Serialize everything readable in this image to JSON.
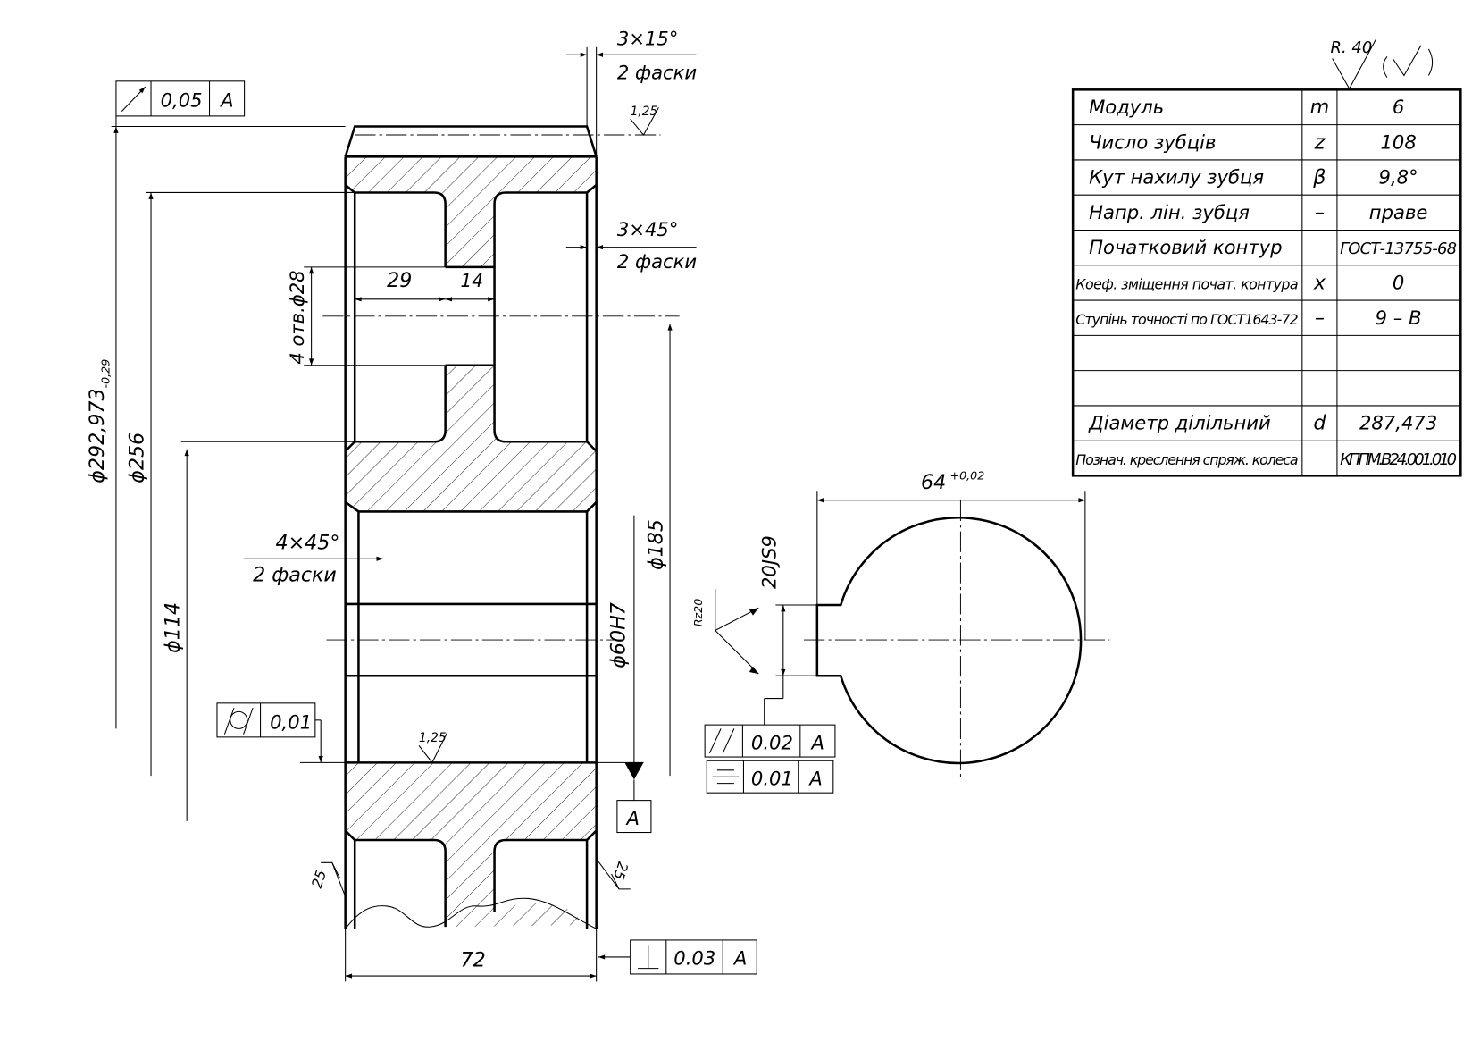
{
  "drawing": {
    "chamfer_top_size": "3×15°",
    "chamfer_top_note": "2 фаски",
    "chamfer_mid_size": "3×45°",
    "chamfer_mid_note": "2 фаски",
    "chamfer_bore_size": "4×45°",
    "chamfer_bore_note": "2 фаски",
    "runout_value": "0,05",
    "runout_datum": "A",
    "tip_roughness": "1,25",
    "bore_roughness": "1,25",
    "face_roughness_left": "25",
    "face_roughness_right": "25",
    "dim_tip_diameter": "ϕ292,973",
    "dim_tip_tolerance": "-0,29",
    "dim_256": "ϕ256",
    "dim_114": "ϕ114",
    "dim_185": "ϕ185",
    "dim_bore": "ϕ60H7",
    "dim_holes": "4 отв.ϕ28",
    "dim_29": "29",
    "dim_14": "14",
    "dim_width": "72",
    "cyl_value": "0,01",
    "datum_label": "A",
    "perp_value": "0.03",
    "perp_datum": "A",
    "keyway_dim": "64",
    "keyway_tol": "+0,02",
    "keyway_width": "20JS9",
    "keyway_roughness": "Rz20",
    "parallel_value": "0.02",
    "parallel_datum": "A",
    "symmetry_value": "0.01",
    "symmetry_datum": "A",
    "general_roughness": "R. 40"
  },
  "table": {
    "rows": [
      {
        "label": "Модуль",
        "symbol": "m",
        "value": "6"
      },
      {
        "label": "Число зубців",
        "symbol": "z",
        "value": "108"
      },
      {
        "label": "Кут нахилу зубця",
        "symbol": "β",
        "value": "9,8°"
      },
      {
        "label": "Напр. лін. зубця",
        "symbol": "–",
        "value": "праве"
      },
      {
        "label": "Початковий контур",
        "symbol": "",
        "value": "ГОСТ-13755-68"
      },
      {
        "label": "Коеф. зміщення почат. контура",
        "symbol": "x",
        "value": "0"
      },
      {
        "label": "Ступінь точності по ГОСТ1643-72",
        "symbol": "–",
        "value": "9 – B"
      },
      {
        "label": "",
        "symbol": "",
        "value": ""
      },
      {
        "label": "",
        "symbol": "",
        "value": ""
      },
      {
        "label": "Діаметр ділільний",
        "symbol": "d",
        "value": "287,473"
      },
      {
        "label": "Познач. креслення спряж. колеса",
        "symbol": "",
        "value": "КППМ.В24.001.010"
      }
    ]
  }
}
